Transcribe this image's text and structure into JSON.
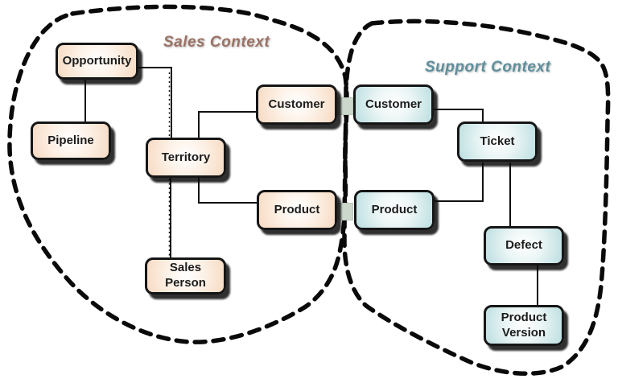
{
  "titles": {
    "sales": "Sales Context",
    "support": "Support Context"
  },
  "nodes": {
    "opportunity": {
      "label": "Opportunity",
      "context": "sales"
    },
    "pipeline": {
      "label": "Pipeline",
      "context": "sales"
    },
    "territory": {
      "label": "Territory",
      "context": "sales"
    },
    "customer_sales": {
      "label": "Customer",
      "context": "sales"
    },
    "product_sales": {
      "label": "Product",
      "context": "sales"
    },
    "sales_person": {
      "label": "Sales Person",
      "context": "sales"
    },
    "customer_support": {
      "label": "Customer",
      "context": "support"
    },
    "ticket": {
      "label": "Ticket",
      "context": "support"
    },
    "product_support": {
      "label": "Product",
      "context": "support"
    },
    "defect": {
      "label": "Defect",
      "context": "support"
    },
    "product_version": {
      "label": "Product Version",
      "context": "support"
    }
  },
  "colors": {
    "sales_node_fill": "#f7dcc5",
    "support_node_fill": "#bfe0e2",
    "sales_title": "#9b7265",
    "support_title": "#5f8f9c",
    "connector_fill": "#cbd8cb",
    "relationship_line": "#111111",
    "context_boundary": "#0a0a0a"
  }
}
